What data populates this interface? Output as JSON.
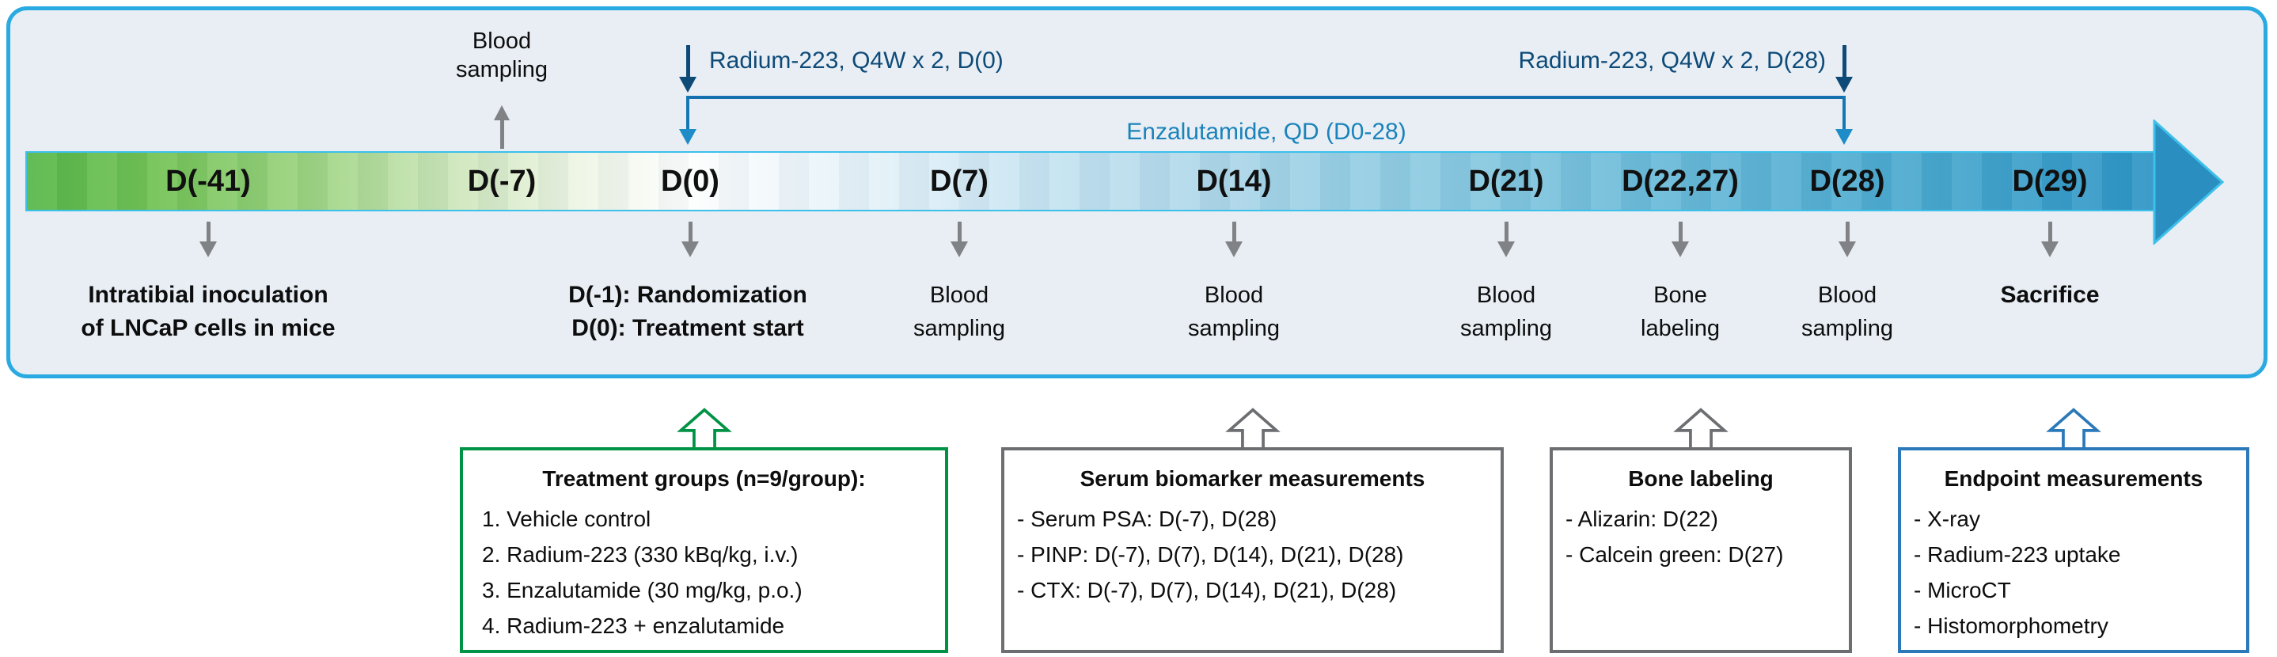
{
  "figure": {
    "description_colors": {
      "panel_fill": "#e8eef4",
      "panel_border": "#29abe2",
      "band_green_start": "#56b748",
      "band_blue_end": "#2e95c5",
      "arrowhead_blue": "#2a8fc0",
      "navy_annotation": "#0e4a78",
      "enzalutamide_blue": "#1a83ba",
      "gray_arrow": "#808285",
      "box_green_border": "#009245",
      "box_gray_border": "#6d6e71",
      "box_blue_border": "#2b79b9"
    }
  },
  "timeline": {
    "points": [
      {
        "label": "D(-41)",
        "caption": [
          "Intratibial inoculation",
          "of LNCaP cells in mice"
        ]
      },
      {
        "label": "D(-7)",
        "caption": [
          "Blood",
          "sampling"
        ]
      },
      {
        "label": "D(0)",
        "caption": [
          "D(-1): Randomization",
          "D(0): Treatment start"
        ]
      },
      {
        "label": "D(7)",
        "caption": [
          "Blood",
          "sampling"
        ]
      },
      {
        "label": "D(14)",
        "caption": [
          "Blood",
          "sampling"
        ]
      },
      {
        "label": "D(21)",
        "caption": [
          "Blood",
          "sampling"
        ]
      },
      {
        "label": "D(22,27)",
        "caption": [
          "Bone",
          "labeling"
        ]
      },
      {
        "label": "D(28)",
        "caption": [
          "Blood",
          "sampling"
        ]
      },
      {
        "label": "D(29)",
        "caption": [
          "Sacrifice"
        ]
      }
    ]
  },
  "treatments": {
    "radium_d0": "Radium-223, Q4W x 2, D(0)",
    "radium_d28": "Radium-223, Q4W x 2, D(28)",
    "enzalutamide": "Enzalutamide, QD (D0-28)"
  },
  "boxes": [
    {
      "title": "Treatment groups (n=9/group):",
      "items": [
        "1. Vehicle control",
        "2. Radium-223 (330 kBq/kg, i.v.)",
        "3. Enzalutamide (30 mg/kg, p.o.)",
        "4. Radium-223 + enzalutamide"
      ]
    },
    {
      "title": "Serum biomarker measurements",
      "items": [
        "- Serum PSA: D(-7), D(28)",
        "- PINP: D(-7), D(7), D(14), D(21), D(28)",
        "- CTX: D(-7), D(7), D(14), D(21), D(28)"
      ]
    },
    {
      "title": "Bone labeling",
      "items": [
        "- Alizarin: D(22)",
        "- Calcein green: D(27)"
      ]
    },
    {
      "title": "Endpoint measurements",
      "items": [
        "- X-ray",
        "- Radium-223 uptake",
        "- MicroCT",
        "- Histomorphometry"
      ]
    }
  ]
}
